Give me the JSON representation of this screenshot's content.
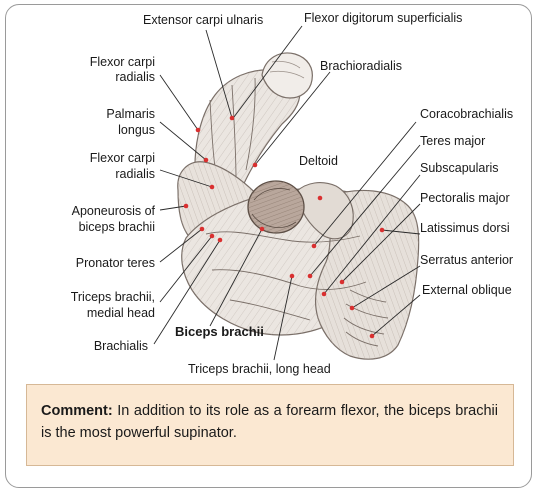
{
  "labels": {
    "extensor_carpi_ulnaris": "Extensor carpi ulnaris",
    "flexor_digitorum_superficialis": "Flexor digitorum superficialis",
    "flexor_carpi_radialis_top_1": "Flexor carpi",
    "flexor_carpi_radialis_top_2": "radialis",
    "brachioradialis": "Brachioradialis",
    "palmaris_longus_1": "Palmaris",
    "palmaris_longus_2": "longus",
    "coracobrachialis": "Coracobrachialis",
    "teres_major": "Teres major",
    "deltoid": "Deltoid",
    "flexor_carpi_radialis_mid_1": "Flexor carpi",
    "flexor_carpi_radialis_mid_2": "radialis",
    "subscapularis": "Subscapularis",
    "pectoralis_major": "Pectoralis major",
    "aponeurosis_1": "Aponeurosis of",
    "aponeurosis_2": "biceps brachii",
    "latissimus_dorsi": "Latissimus dorsi",
    "pronator_teres": "Pronator teres",
    "serratus_anterior": "Serratus anterior",
    "triceps_medial_1": "Triceps brachii,",
    "triceps_medial_2": "medial head",
    "external_oblique": "External oblique",
    "biceps_brachii": "Biceps brachii",
    "brachialis": "Brachialis",
    "triceps_long_head": "Triceps brachii, long head"
  },
  "comment": {
    "heading": "Comment:",
    "body": " In addition to its role as a forearm flexor, the biceps brachii is the most powerful supinator."
  },
  "colors": {
    "muscle_fill": "#e9e4df",
    "muscle_stroke": "#7a6f68",
    "biceps_fill": "#b9a79c",
    "marker": "#d93030",
    "comment_background": "#fbe8d2"
  }
}
